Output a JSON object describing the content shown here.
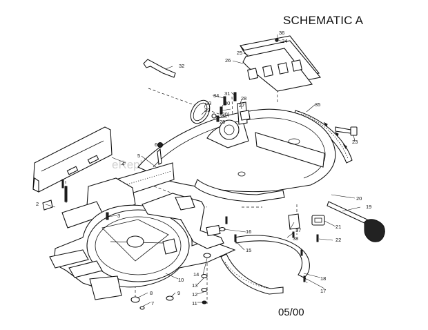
{
  "title": "SCHEMATIC A",
  "date_code": "05/00",
  "watermark": "eReplacementParts.com",
  "part_labels": [
    "2",
    "3",
    "4",
    "5",
    "6",
    "7",
    "8",
    "9",
    "10",
    "11",
    "12",
    "13",
    "14",
    "15",
    "16",
    "17",
    "18",
    "19",
    "20",
    "21",
    "22",
    "23",
    "24",
    "25",
    "26",
    "27",
    "28",
    "29",
    "(30)",
    "30",
    "31",
    "32",
    "33",
    "34",
    "35",
    "36",
    "37",
    "38",
    "39"
  ]
}
